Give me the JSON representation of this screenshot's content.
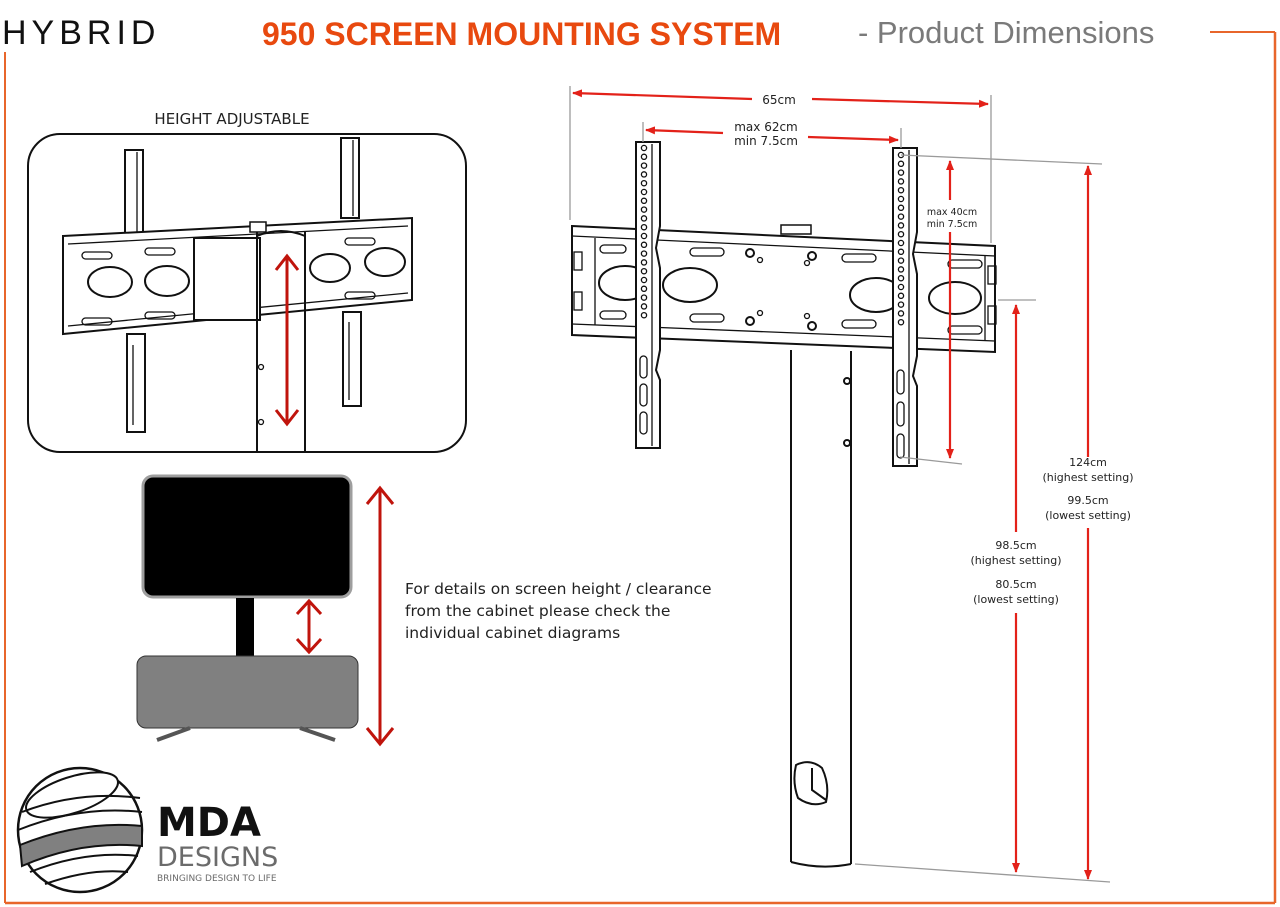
{
  "header": {
    "brand": "HYBRID",
    "title": "950 SCREEN MOUNTING SYSTEM",
    "subtitle": "- Product Dimensions"
  },
  "colors": {
    "accent": "#e8490f",
    "frame": "#e8662b",
    "dimension_arrow": "#e32119",
    "inset_arrow": "#c0140c",
    "text_gray": "#7a7a7a"
  },
  "inset": {
    "label": "HEIGHT ADJUSTABLE"
  },
  "note": {
    "lines": [
      "For details on screen height / clearance",
      "from the cabinet please check the",
      "individual cabinet diagrams"
    ]
  },
  "dimensions": {
    "overall_width": "65cm",
    "bracket_spacing_max": "max 62cm",
    "bracket_spacing_min": "min 7.5cm",
    "bracket_height_max": "max 40cm",
    "bracket_height_min": "min 7.5cm",
    "top_height_high": "124cm",
    "top_height_high_note": "(highest setting)",
    "top_height_low": "99.5cm",
    "top_height_low_note": "(lowest setting)",
    "plate_height_high": "98.5cm",
    "plate_height_high_note": "(highest setting)",
    "plate_height_low": "80.5cm",
    "plate_height_low_note": "(lowest setting)"
  },
  "logo": {
    "name": "MDA",
    "line2": "DESIGNS",
    "tagline": "BRINGING DESIGN TO LIFE"
  }
}
